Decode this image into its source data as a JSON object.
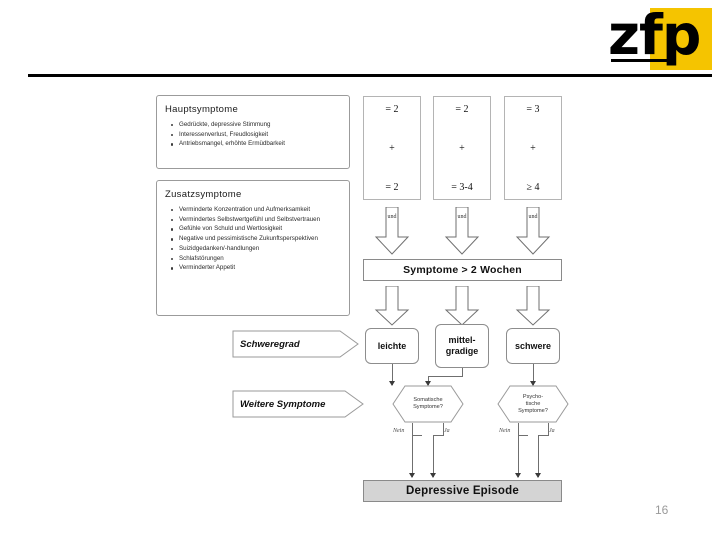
{
  "header": {
    "logo_text": "zfp",
    "logo_accent_color": "#F5C400"
  },
  "panels": [
    {
      "id": "hauptsymptome",
      "title": "Hauptsymptome",
      "items": [
        "Gedrückte, depressive Stimmung",
        "Interessenverlust, Freudlosigkeit",
        "Antriebsmangel, erhöhte Ermüdbarkeit"
      ]
    },
    {
      "id": "zusatzsymptome",
      "title": "Zusatzsymptome",
      "items": [
        "Verminderte Konzentration und Aufmerksamkeit",
        "Vermindertes Selbstwertgefühl und Selbstvertrauen",
        "Gefühle von Schuld und Wertlosigkeit",
        "Negative und pessimistische Zukunftsperspektiven",
        "Suizidgedanken/-handlungen",
        "Schlafstörungen",
        "Verminderter Appetit"
      ]
    }
  ],
  "criteria_columns": [
    {
      "haupt": "= 2",
      "operator": "+",
      "zusatz": "= 2",
      "connector": "und"
    },
    {
      "haupt": "= 2",
      "operator": "+",
      "zusatz": "= 3-4",
      "connector": "und"
    },
    {
      "haupt": "= 3",
      "operator": "+",
      "zusatz": "≥ 4",
      "connector": "und"
    }
  ],
  "duration_bar": "Symptome > 2 Wochen",
  "severity": {
    "row_label": "Schweregrad",
    "boxes": [
      "leichte",
      "mittel-\ngradige",
      "schwere"
    ],
    "box_1": "leichte",
    "box_2_line1": "mittel-",
    "box_2_line2": "gradige",
    "box_3": "schwere"
  },
  "further_symptoms": {
    "row_label": "Weitere Symptome",
    "decisions": [
      {
        "line1": "Somatische",
        "line2": "Symptome?",
        "line3": "",
        "no": "Nein",
        "yes": "Ja"
      },
      {
        "line1": "Psycho-",
        "line2": "tische",
        "line3": "Symptome?",
        "no": "Nein",
        "yes": "Ja"
      }
    ]
  },
  "final_box": "Depressive Episode",
  "page_number": "16"
}
